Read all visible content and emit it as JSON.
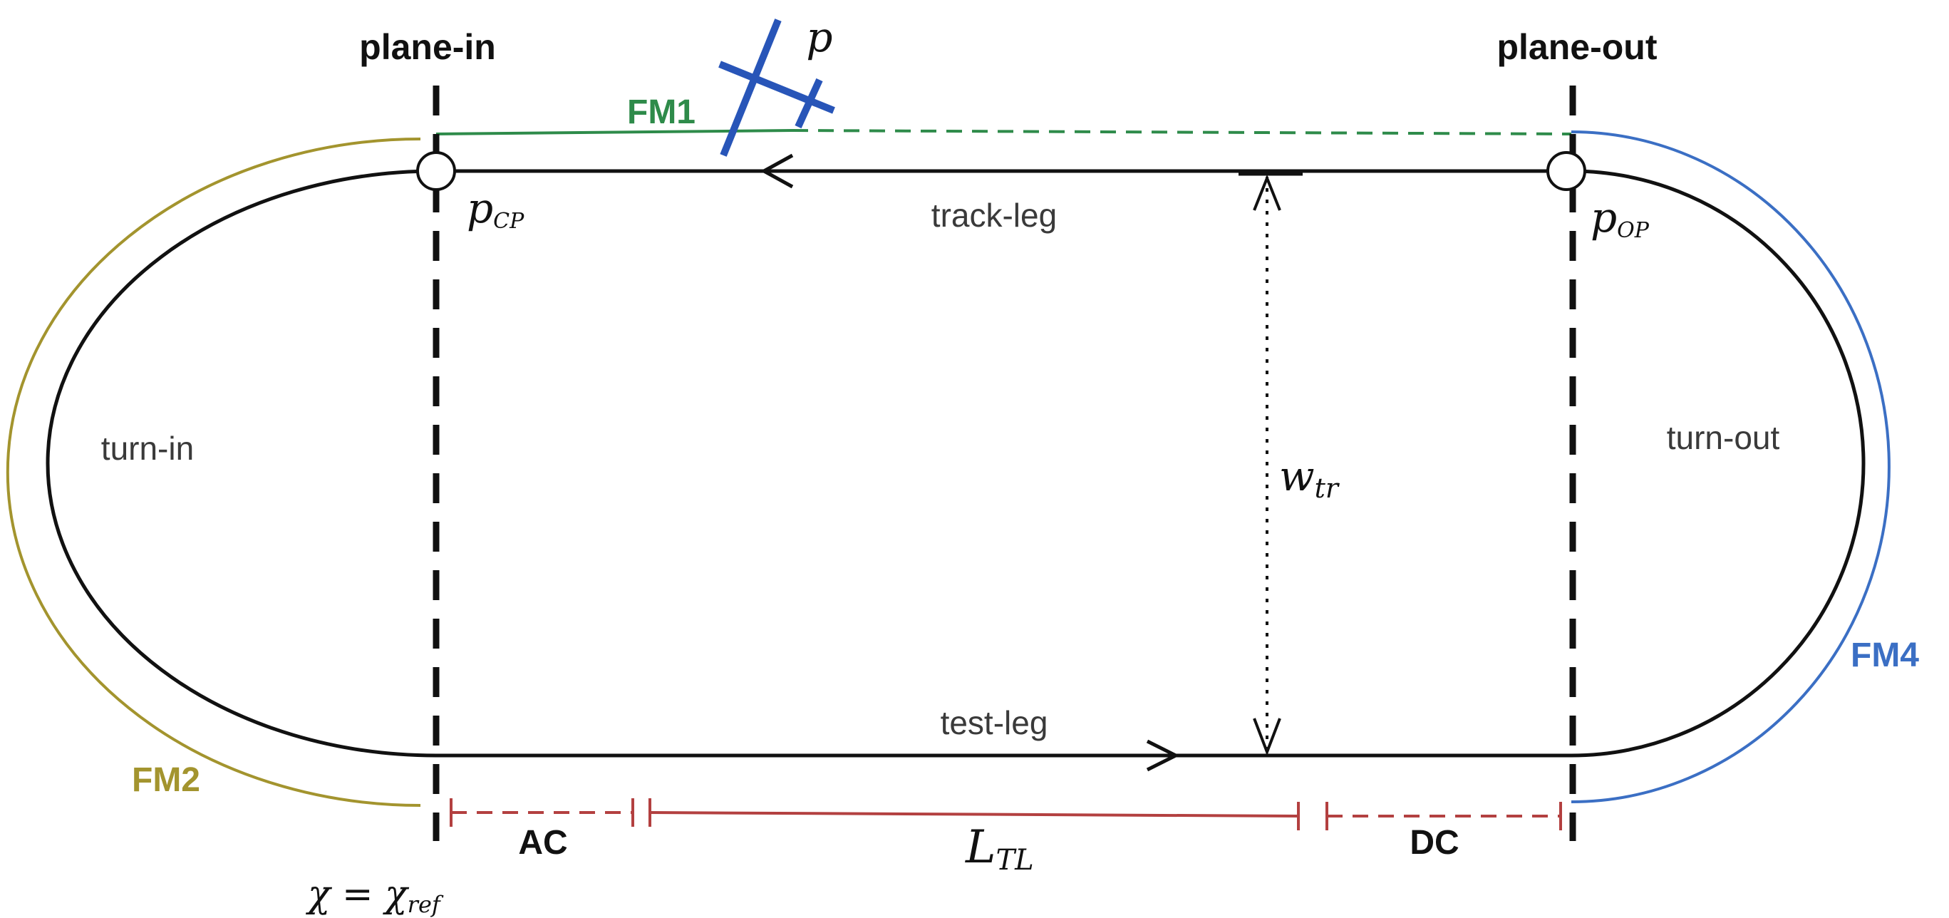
{
  "labels": {
    "plane_in": "plane-in",
    "plane_out": "plane-out",
    "turn_in": "turn-in",
    "turn_out": "turn-out",
    "track_leg": "track-leg",
    "test_leg": "test-leg",
    "fm1": "FM1",
    "fm2": "FM2",
    "fm4": "FM4",
    "ac": "AC",
    "dc": "DC",
    "p": "p",
    "p_cp_main": "p",
    "p_cp_sub": "CP",
    "p_op_main": "p",
    "p_op_sub": "OP",
    "w_main": "w",
    "w_sub": "tr",
    "l_main": "L",
    "l_sub": "TL",
    "chi": "χ = χ",
    "chi_sub": "ref"
  },
  "colors": {
    "black": "#111111",
    "green": "#2e8b4a",
    "olive": "#a3942e",
    "blue": "#3b6fc4",
    "red": "#b34040",
    "label_text": "#3a3a3a"
  }
}
